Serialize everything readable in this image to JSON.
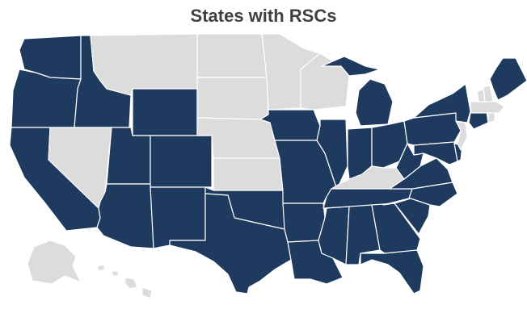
{
  "title": "States with RSCs",
  "colors": {
    "highlighted": "#1e3a5f",
    "not_highlighted": "#dcdcdc",
    "border": "#ffffff",
    "background": "#ffffff"
  },
  "states_with_rsc": [
    "WA",
    "OR",
    "ID",
    "CA",
    "UT",
    "WY",
    "CO",
    "AZ",
    "NM",
    "TX",
    "OK",
    "IA",
    "MO",
    "AR",
    "LA",
    "IL",
    "IN",
    "MI",
    "OH",
    "KY_no",
    "TN",
    "MS",
    "AL",
    "GA",
    "FL",
    "SC",
    "NC",
    "VA",
    "WV",
    "PA",
    "NY",
    "MD",
    "DE",
    "NJ_no",
    "CT",
    "ME"
  ],
  "states_without_rsc": [
    "MT",
    "ND",
    "SD",
    "NE",
    "KS",
    "MN",
    "WI",
    "NV",
    "KY",
    "VT",
    "NH",
    "MA",
    "RI",
    "NJ",
    "AK",
    "HI"
  ]
}
